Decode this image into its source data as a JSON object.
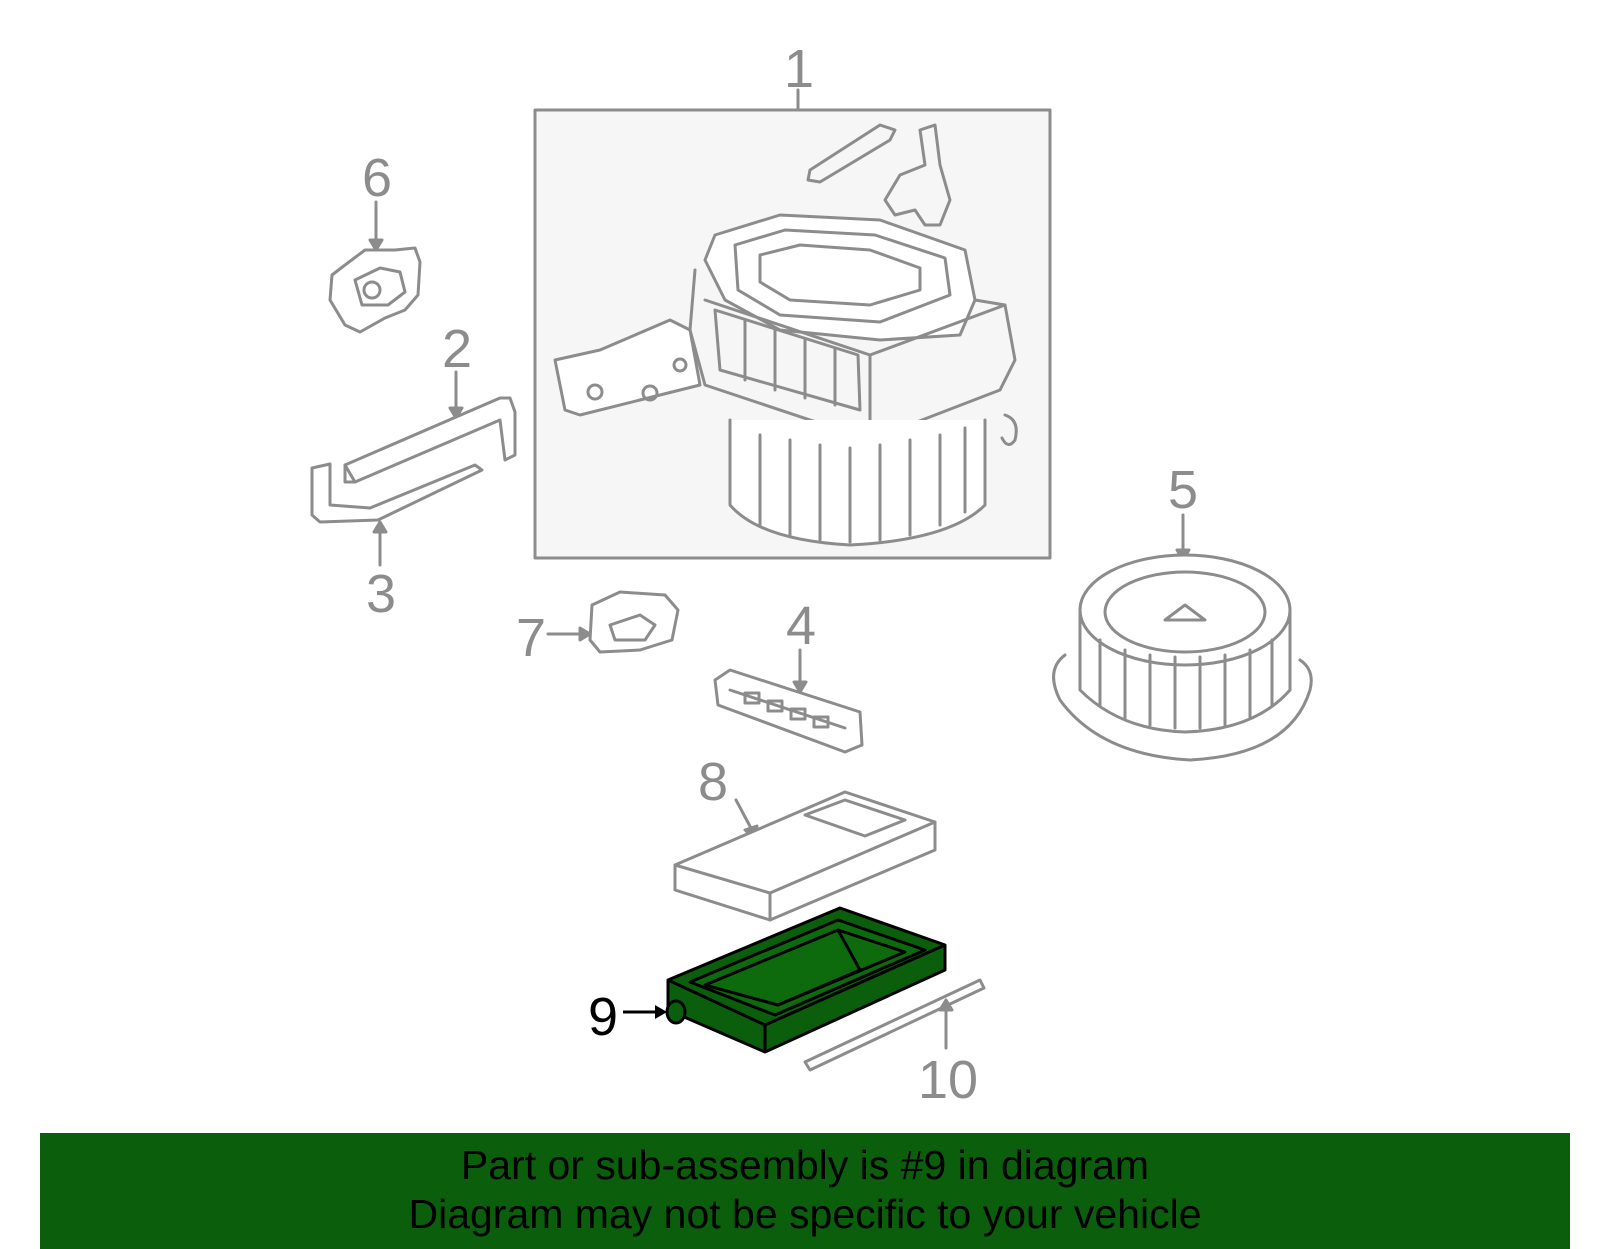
{
  "diagram": {
    "callouts": [
      {
        "id": "1",
        "label": "1"
      },
      {
        "id": "2",
        "label": "2"
      },
      {
        "id": "3",
        "label": "3"
      },
      {
        "id": "4",
        "label": "4"
      },
      {
        "id": "5",
        "label": "5"
      },
      {
        "id": "6",
        "label": "6"
      },
      {
        "id": "7",
        "label": "7"
      },
      {
        "id": "8",
        "label": "8"
      },
      {
        "id": "9",
        "label": "9"
      },
      {
        "id": "10",
        "label": "10"
      }
    ],
    "highlighted_part": "9",
    "colors": {
      "line_art": "#8c8c8c",
      "highlight_fill": "#0b5e0b",
      "highlight_stroke": "#000000",
      "banner": "#0b5e0b"
    }
  },
  "footer": {
    "line1": "Part or sub-assembly is #9 in diagram",
    "line2": "Diagram may not be specific to your vehicle"
  }
}
